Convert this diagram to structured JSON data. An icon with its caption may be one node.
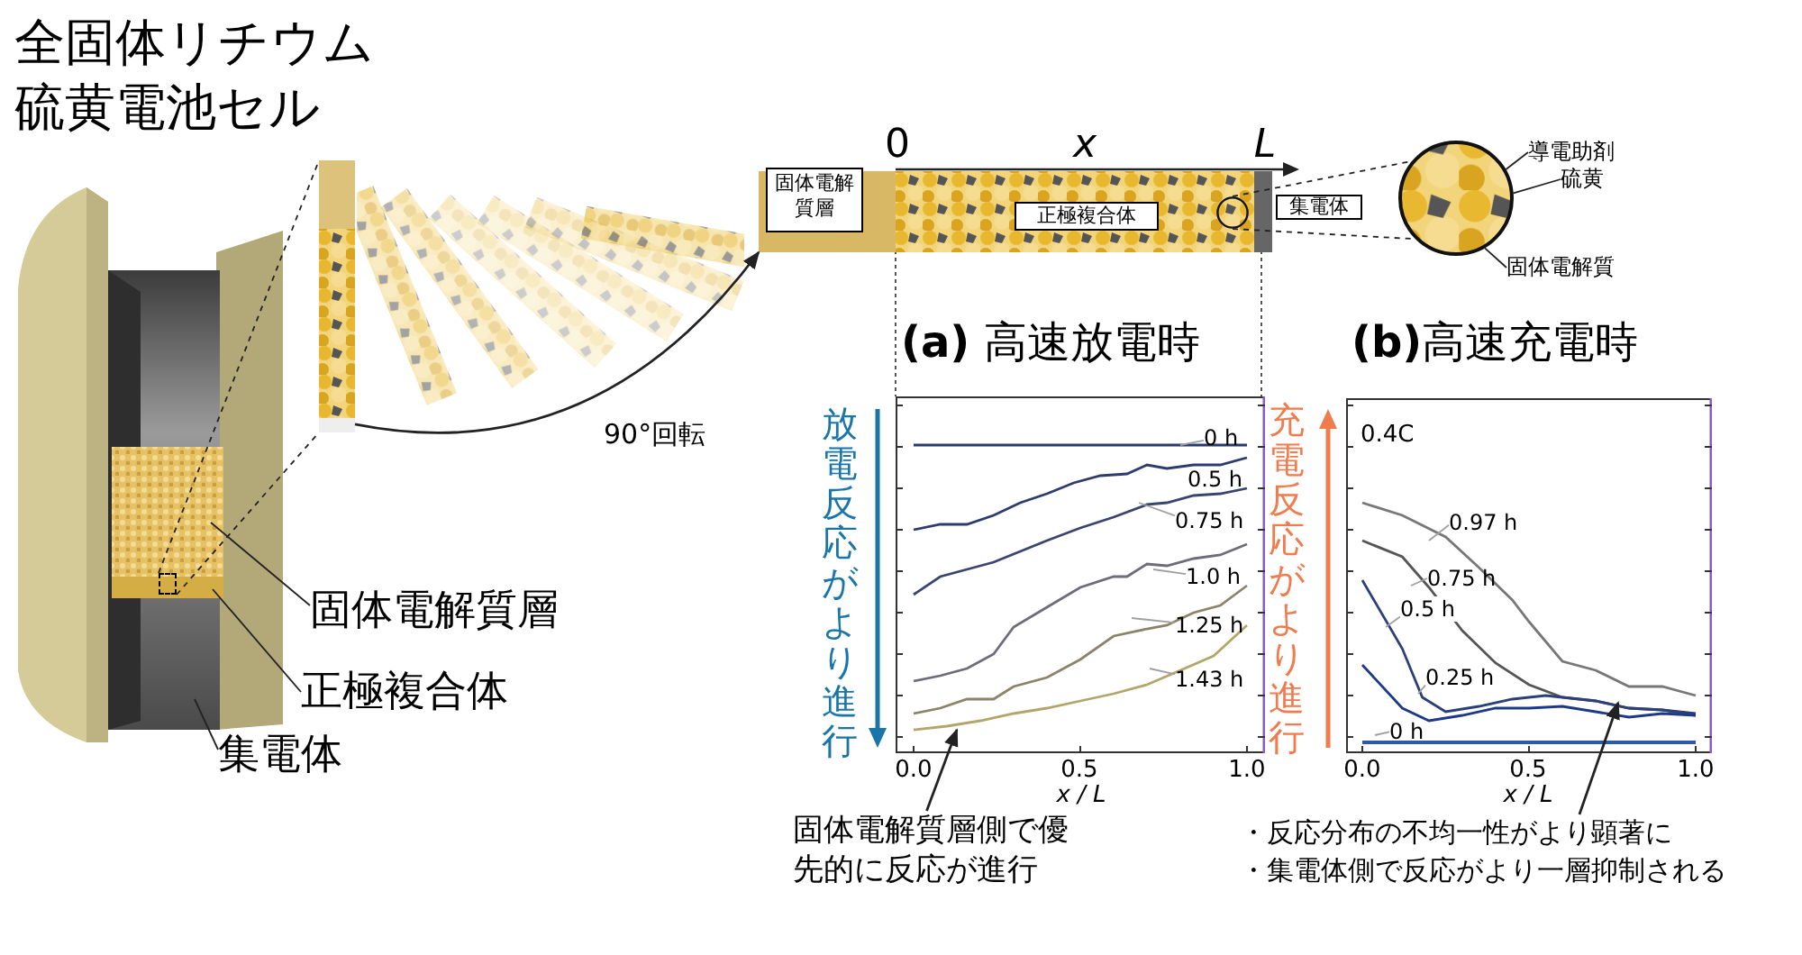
{
  "diagram": {
    "title": "全固体リチウム硫黄電池セル",
    "nodes": [
      {
        "text": [],
        "shape": "picture"
      },
      {
        "text": [],
        "shape": "box",
        "in": 0
      },
      {
        "text": [
          "固体電解質層"
        ]
      },
      {
        "text": [
          "正極複合体"
        ]
      },
      {
        "text": [
          "集電体"
        ]
      },
      {
        "text": [],
        "shape": "picture"
      },
      {
        "text": [],
        "shape": "picture"
      },
      {
        "text": [
          "固体電解質層"
        ]
      },
      {
        "text": [
          "正極複合体"
        ],
        "in": 6
      },
      {
        "text": [
          "集電体"
        ]
      },
      {
        "text": [],
        "shape": "circle",
        "in": 6
      },
      {
        "text": [],
        "shape": "circle"
      },
      {
        "text": [
          "導電助剤"
        ]
      },
      {
        "text": [
          "硫黄"
        ]
      },
      {
        "text": [
          "固体電解質"
        ]
      },
      {
        "text": [
          "0 h"
        ]
      },
      {
        "text": [
          "0.5 h"
        ]
      },
      {
        "text": [
          "0.75 h"
        ]
      },
      {
        "text": [
          "1.0 h"
        ]
      },
      {
        "text": [
          "1.25 h"
        ]
      },
      {
        "text": [
          "1.43 h"
        ]
      },
      {
        "text": [
          "0.97 h"
        ]
      },
      {
        "text": [
          "0.75 h"
        ]
      },
      {
        "text": [
          "0.5 h"
        ]
      },
      {
        "text": [
          "0.25 h"
        ]
      },
      {
        "text": [
          "0 h"
        ]
      },
      {
        "text": [
          "固体電解質層側で優先的に反応が進行"
        ]
      },
      {
        "text": [
          "・反応分布の不均一性がより顕著に",
          "・集電体側で反応がより一層抑制される"
        ]
      }
    ],
    "edges": [
      {
        "from": 2,
        "to": null,
        "arrow": "none"
      },
      {
        "from": 3,
        "to": null,
        "arrow": "none"
      },
      {
        "from": 4,
        "to": null,
        "arrow": "none"
      },
      {
        "from": 1,
        "to": 5,
        "arrow": "none",
        "style": "dashed"
      },
      {
        "from": 1,
        "to": 5,
        "arrow": "none",
        "style": "dashed"
      },
      {
        "from": 5,
        "to": 6,
        "arrow": "to",
        "label": "90°回転"
      },
      {
        "from": 10,
        "to": 11,
        "arrow": "none",
        "style": "dashed"
      },
      {
        "from": 10,
        "to": 11,
        "arrow": "none",
        "style": "dashed"
      },
      {
        "from": 12,
        "to": 11,
        "arrow": "none"
      },
      {
        "from": 13,
        "to": 11,
        "arrow": "none"
      },
      {
        "from": 14,
        "to": 11,
        "arrow": "none"
      },
      {
        "from": 15,
        "to": null,
        "arrow": "none",
        "color": "#a0a0a0"
      },
      {
        "from": 17,
        "to": null,
        "arrow": "none",
        "color": "#a0a0a0"
      },
      {
        "from": 18,
        "to": null,
        "arrow": "none",
        "color": "#a0a0a0"
      },
      {
        "from": 19,
        "to": null,
        "arrow": "none",
        "color": "#a0a0a0"
      },
      {
        "from": 20,
        "to": null,
        "arrow": "none",
        "color": "#a0a0a0"
      },
      {
        "from": 21,
        "to": null,
        "arrow": "none",
        "color": "#a0a0a0"
      },
      {
        "from": 22,
        "to": null,
        "arrow": "none",
        "color": "#a0a0a0"
      },
      {
        "from": 23,
        "to": null,
        "arrow": "none",
        "color": "#a0a0a0"
      },
      {
        "from": 24,
        "to": null,
        "arrow": "none",
        "color": "#a0a0a0"
      },
      {
        "from": 25,
        "to": null,
        "arrow": "none",
        "color": "#a0a0a0"
      },
      {
        "from": 26,
        "to": null,
        "arrow": "to"
      },
      {
        "from": 27,
        "to": null,
        "arrow": "to"
      }
    ],
    "labels": [
      "0",
      "x",
      "L",
      "**(a)** 高速放電時",
      "**(b)**高速充電時",
      "放電反応がより進行",
      "充電反応がより進行",
      "0.4C",
      "0.0",
      "0.5",
      "1.0",
      "x / L",
      "0.0",
      "0.5",
      "1.0",
      "x / L"
    ]
  }
}
